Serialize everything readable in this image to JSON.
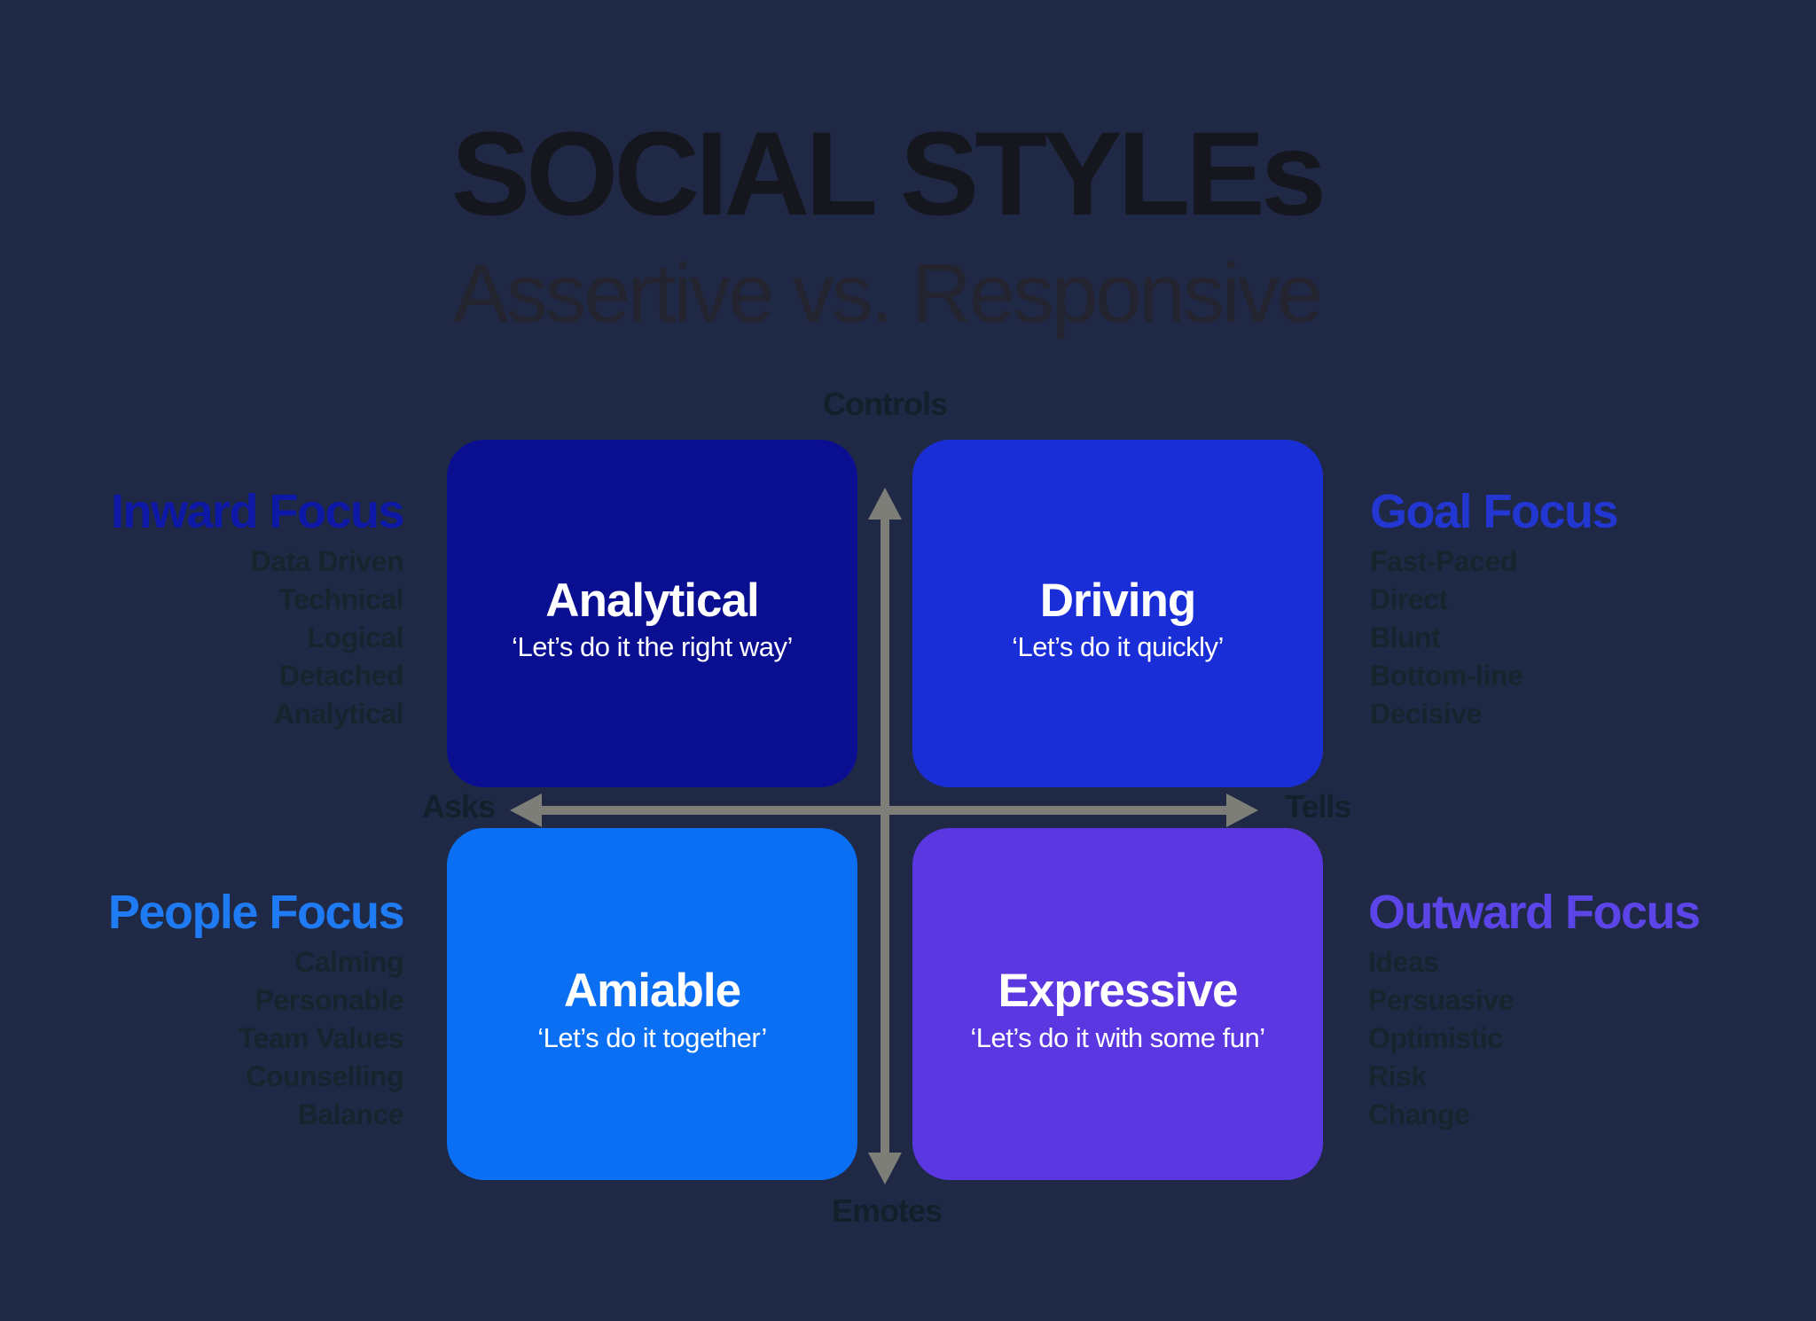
{
  "title": "SOCIAL STYLEs",
  "subtitle": "Assertive vs. Responsive",
  "axes": {
    "top": "Controls",
    "bottom": "Emotes",
    "left": "Asks",
    "right": "Tells"
  },
  "quadrants": {
    "analytical": {
      "name": "Analytical",
      "quote": "‘Let’s do it the right way’",
      "color": "#0a0f92"
    },
    "driving": {
      "name": "Driving",
      "quote": "‘Let’s do it quickly’",
      "color": "#1a2ed8"
    },
    "amiable": {
      "name": "Amiable",
      "quote": "‘Let’s do it together’",
      "color": "#0a6ff2"
    },
    "expressive": {
      "name": "Expressive",
      "quote": "‘Let’s do it with some fun’",
      "color": "#5a37e0"
    }
  },
  "sides": {
    "inward": {
      "heading": "Inward Focus",
      "color": "#0d18a6",
      "items": [
        "Data Driven",
        "Technical",
        "Logical",
        "Detached",
        "Analytical"
      ]
    },
    "goal": {
      "heading": "Goal Focus",
      "color": "#2236d2",
      "items": [
        "Fast-Paced",
        "Direct",
        "Blunt",
        "Bottom-line",
        "Decisive"
      ]
    },
    "people": {
      "heading": "People Focus",
      "color": "#1f7bf4",
      "items": [
        "Calming",
        "Personable",
        "Team Values",
        "Counselling",
        "Balance"
      ]
    },
    "outward": {
      "heading": "Outward Focus",
      "color": "#5b45e8",
      "items": [
        "Ideas",
        "Persuasive",
        "Optimistic",
        "Risk",
        "Change"
      ]
    }
  },
  "colors": {
    "background": "#1f2946",
    "arrow": "#7e7e78",
    "title": "#15161e",
    "subtitle": "#23242f",
    "axis_label": "#12202b",
    "list_item": "#17242e",
    "quadrant_text": "#ffffff"
  }
}
